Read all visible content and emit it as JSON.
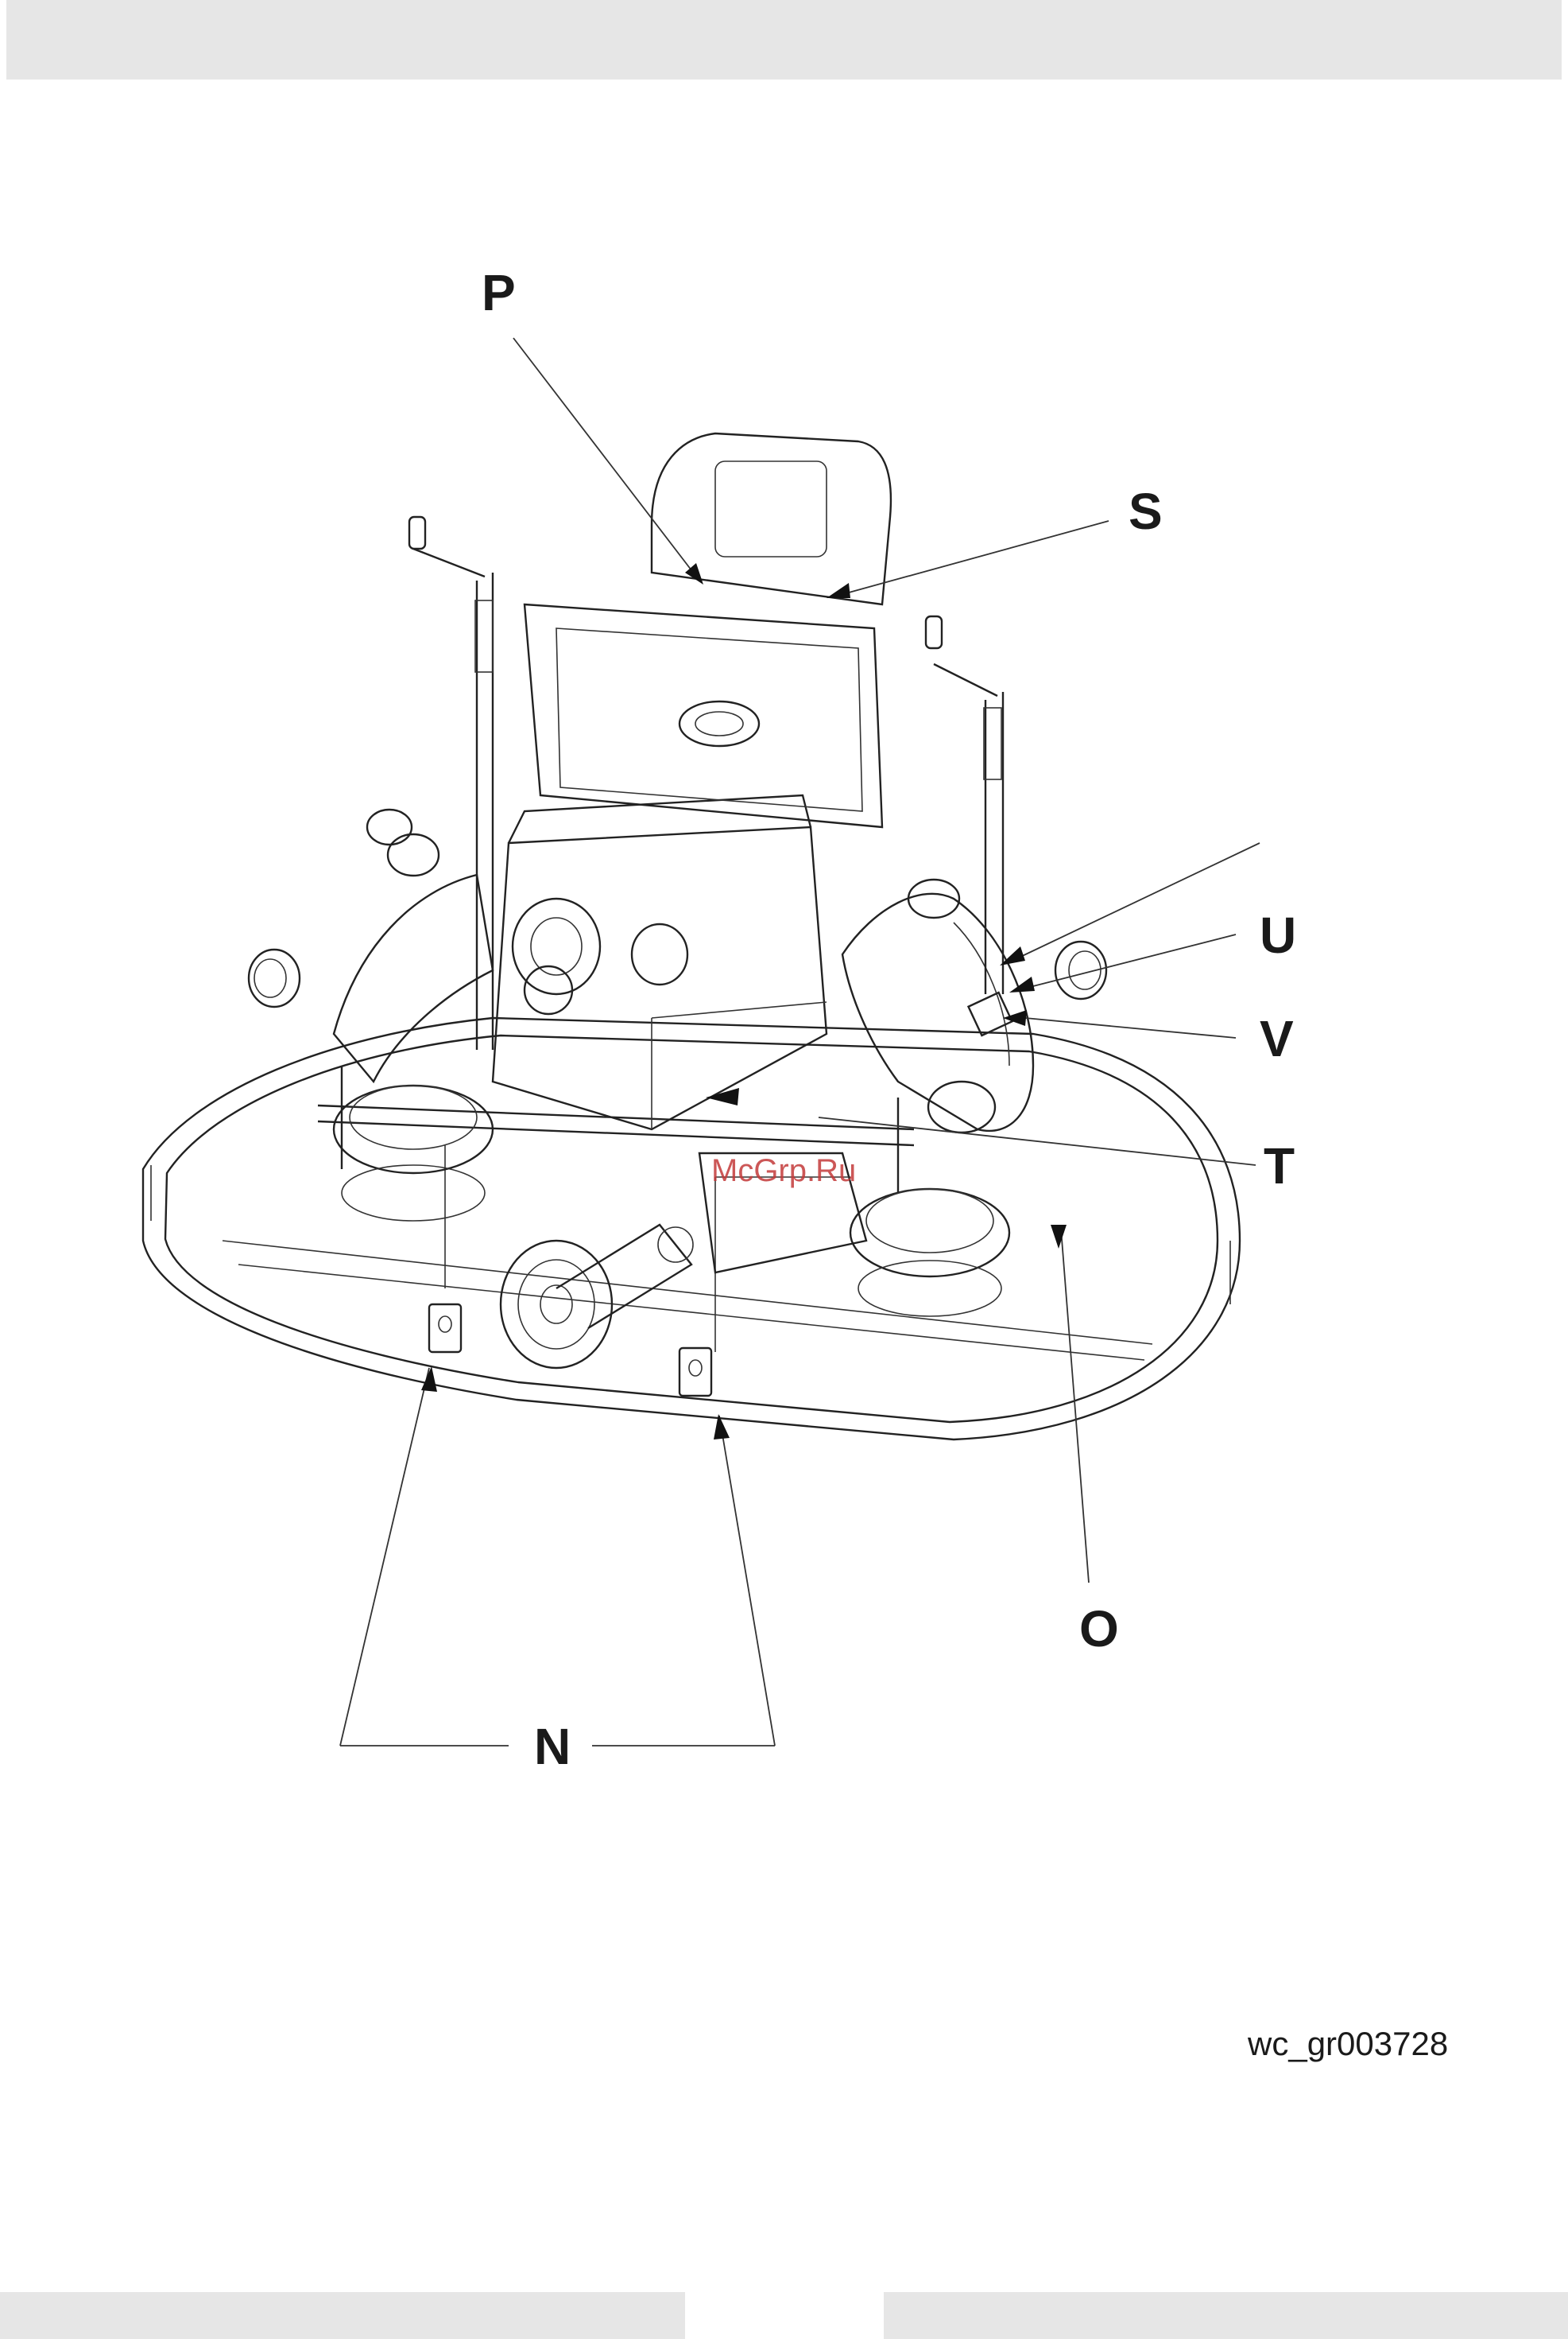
{
  "callouts": {
    "P": "P",
    "S": "S",
    "U": "U",
    "V": "V",
    "T": "T",
    "O": "O",
    "N": "N"
  },
  "figure_id": "wc_gr003728",
  "watermark": "McGrp.Ru",
  "colors": {
    "line": "#222222",
    "bar": "#e6e6e6",
    "watermark": "#c43a3a"
  }
}
